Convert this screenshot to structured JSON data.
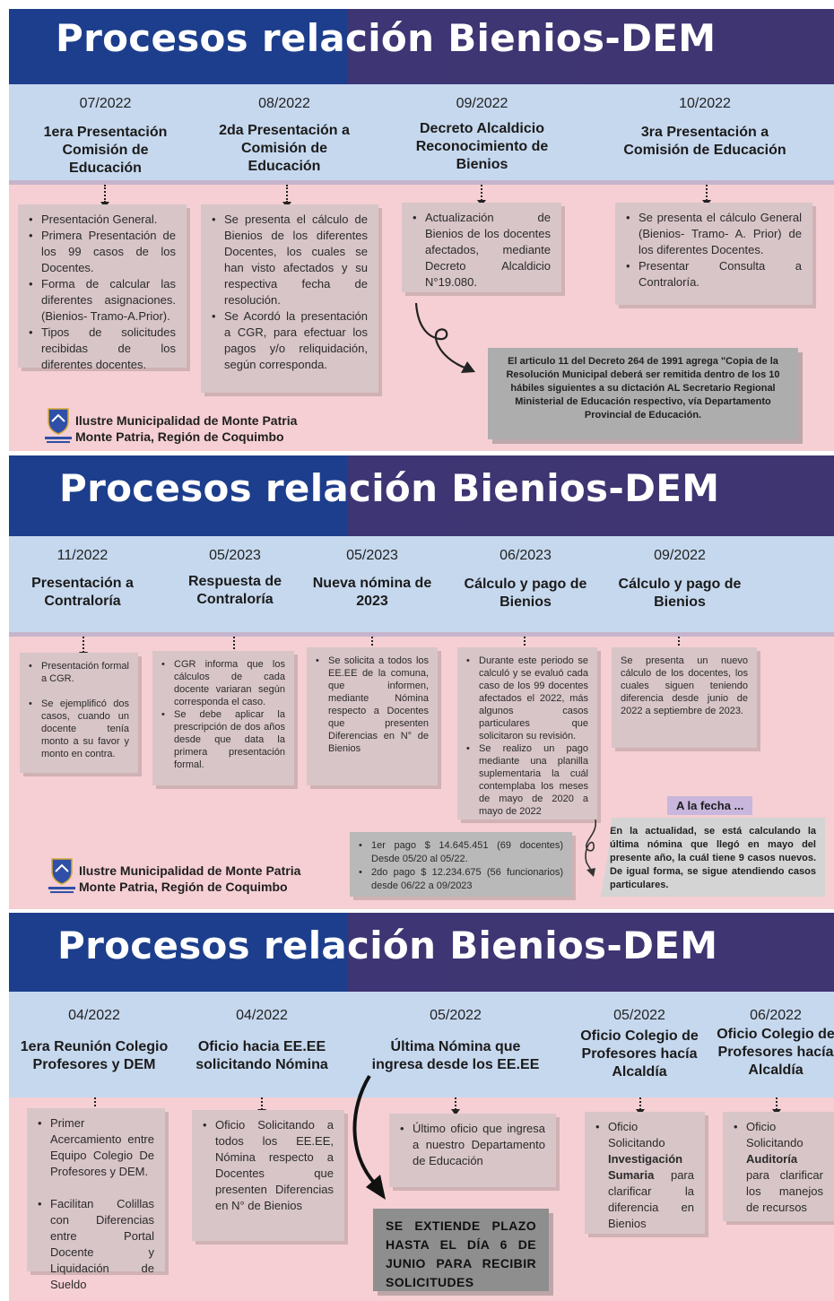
{
  "panels": [
    {
      "title": "Procesos relación Bienios-DEM",
      "steps": [
        {
          "date": "07/2022",
          "name": "1era Presentación Comisión de Educación"
        },
        {
          "date": "08/2022",
          "name": "2da Presentación a Comisión de Educación"
        },
        {
          "date": "09/2022",
          "name": "Decreto Alcaldicio Reconocimiento de Bienios"
        },
        {
          "date": "10/2022",
          "name": "3ra Presentación a Comisión de Educación"
        }
      ],
      "cards": [
        [
          "Presentación General.",
          "Primera Presentación de los 99 casos de los Docentes.",
          "Forma de calcular las diferentes asignaciones. (Bienios- Tramo-A.Prior).",
          "Tipos de solicitudes recibidas de los diferentes docentes."
        ],
        [
          "Se presenta el cálculo de Bienios de los diferentes Docentes, los cuales se han visto afectados y su respectiva fecha de resolución.",
          "Se Acordó la presentación a CGR, para efectuar los pagos y/o reliquidación, según corresponda."
        ],
        [
          "Actualización de Bienios de los docentes afectados, mediante Decreto Alcaldicio N°19.080."
        ],
        [
          "Se presenta el cálculo General (Bienios- Tramo- A. Prior) de los diferentes Docentes.",
          "Presentar Consulta a Contraloría."
        ]
      ],
      "note": "El articulo 11 del Decreto 264 de 1991 agrega \"Copia de la Resolución Municipal deberá ser remitida dentro de los 10 hábiles siguientes a su dictación AL Secretario Regional Ministerial de Educación respectivo, vía Departamento Provincial de Educación.",
      "footer": {
        "line1": "Ilustre Municipalidad de Monte Patria",
        "line2": "Monte Patria, Región de Coquimbo",
        "logo_text": "Monte Patria"
      }
    },
    {
      "title": "Procesos relación Bienios-DEM",
      "steps": [
        {
          "date": "11/2022",
          "name": "Presentación a Contraloría"
        },
        {
          "date": "05/2023",
          "name": "Respuesta de Contraloría"
        },
        {
          "date": "05/2023",
          "name": "Nueva nómina de 2023"
        },
        {
          "date": "06/2023",
          "name": "Cálculo y pago de Bienios"
        },
        {
          "date": "09/2022",
          "name": "Cálculo y pago de Bienios"
        }
      ],
      "cards": [
        [
          "Presentación formal a CGR.",
          "Se ejemplificó dos casos, cuando un docente tenía monto a su favor y monto en contra."
        ],
        [
          "CGR informa que los cálculos de cada docente variaran según corresponda el caso.",
          "Se debe aplicar la prescripción de dos años desde que data la primera presentación formal."
        ],
        [
          "Se solicita a todos los EE.EE de la comuna, que informen, mediante Nómina respecto a Docentes que presenten Diferencias en N° de Bienios"
        ],
        [
          "Durante este periodo se calculó y se evaluó cada caso de los 99 docentes afectados el 2022, más algunos casos particulares que solicitaron su revisión.",
          "Se realizo un pago mediante una planilla suplementaria la cuál contemplaba los meses de mayo de 2020 a mayo de 2022"
        ],
        "Se presenta un nuevo cálculo de los docentes, los cuales siguen teniendo diferencia desde junio de 2022 a septiembre de 2023."
      ],
      "payments": [
        "1er pago $ 14.645.451 (69 docentes) Desde 05/20 al 05/22.",
        "2do pago $ 12.234.675 (56 funcionarios) desde 06/22 a 09/2023"
      ],
      "label": "A la fecha ...",
      "note": "En la actualidad, se está calculando la última nómina que llegó en mayo del presente año, la cuál tiene 9 casos nuevos. De igual forma, se sigue atendiendo casos particulares.",
      "footer": {
        "line1": "Ilustre Municipalidad de Monte Patria",
        "line2": "Monte Patria, Región de Coquimbo",
        "logo_text": "Monte Patria"
      }
    },
    {
      "title": "Procesos relación Bienios-DEM",
      "steps": [
        {
          "date": "04/2022",
          "name": "1era Reunión Colegio Profesores y DEM"
        },
        {
          "date": "04/2022",
          "name": "Oficio hacia EE.EE solicitando Nómina"
        },
        {
          "date": "05/2022",
          "name": "Última Nómina que ingresa desde los EE.EE"
        },
        {
          "date": "05/2022",
          "name": "Oficio Colegio de Profesores hacía Alcaldía"
        },
        {
          "date": "06/2022",
          "name": "Oficio Colegio de Profesores hacía Alcaldía"
        }
      ],
      "cards": [
        [
          "Primer Acercamiento entre Equipo Colegio De Profesores y DEM.",
          "Facilitan Colillas con Diferencias entre Portal Docente y Liquidación de Sueldo"
        ],
        [
          "Oficio Solicitando a todos los EE.EE, Nómina respecto a Docentes que presenten Diferencias en N° de Bienios"
        ],
        [
          "Último oficio que ingresa a nuestro Departamento de Educación"
        ],
        {
          "pre": "Oficio Solicitando ",
          "bold": "Investigación Sumaria",
          "post": " para clarificar la diferencia en Bienios"
        },
        {
          "pre": "Oficio Solicitando ",
          "bold": "Auditoría",
          "post": " para clarificar los manejos de recursos"
        }
      ],
      "note": "SE EXTIENDE PLAZO HASTA EL DÍA 6 DE JUNIO PARA RECIBIR SOLICITUDES"
    }
  ],
  "colors": {
    "header_blue": "#1d3e8c",
    "header_purple": "#3e3574",
    "band": "#c6d8ee",
    "background": "#f5cfd3",
    "card": "#d8c5c8"
  }
}
